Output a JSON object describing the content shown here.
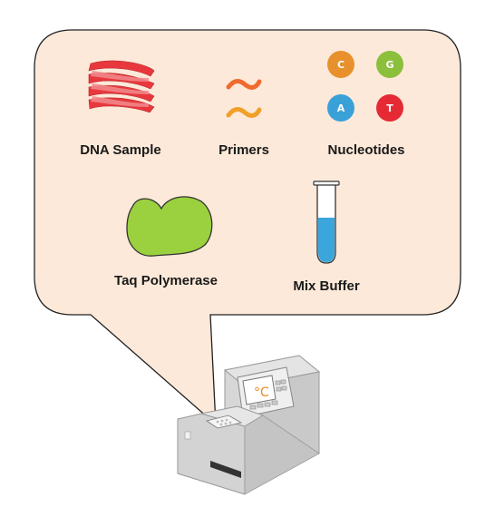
{
  "labels": {
    "dna_sample": "DNA Sample",
    "primers": "Primers",
    "nucleotides": "Nucleotides",
    "taq_polymerase": "Taq Polymerase",
    "mix_buffer": "Mix Buffer"
  },
  "nucleotides": [
    {
      "letter": "C",
      "color": "#e8912c"
    },
    {
      "letter": "G",
      "color": "#8cbf3c"
    },
    {
      "letter": "A",
      "color": "#3aa0d8"
    },
    {
      "letter": "T",
      "color": "#e52a36"
    }
  ],
  "device": {
    "display_symbol": "°C"
  },
  "colors": {
    "bubble_fill": "#fde9d9",
    "dna": "#e8383d",
    "primer_1": "#ef6a2e",
    "primer_2": "#f0a02a",
    "enzyme": "#9bd13f",
    "buffer_liquid": "#3aa6dc",
    "device_body": "#d0d0d0"
  }
}
